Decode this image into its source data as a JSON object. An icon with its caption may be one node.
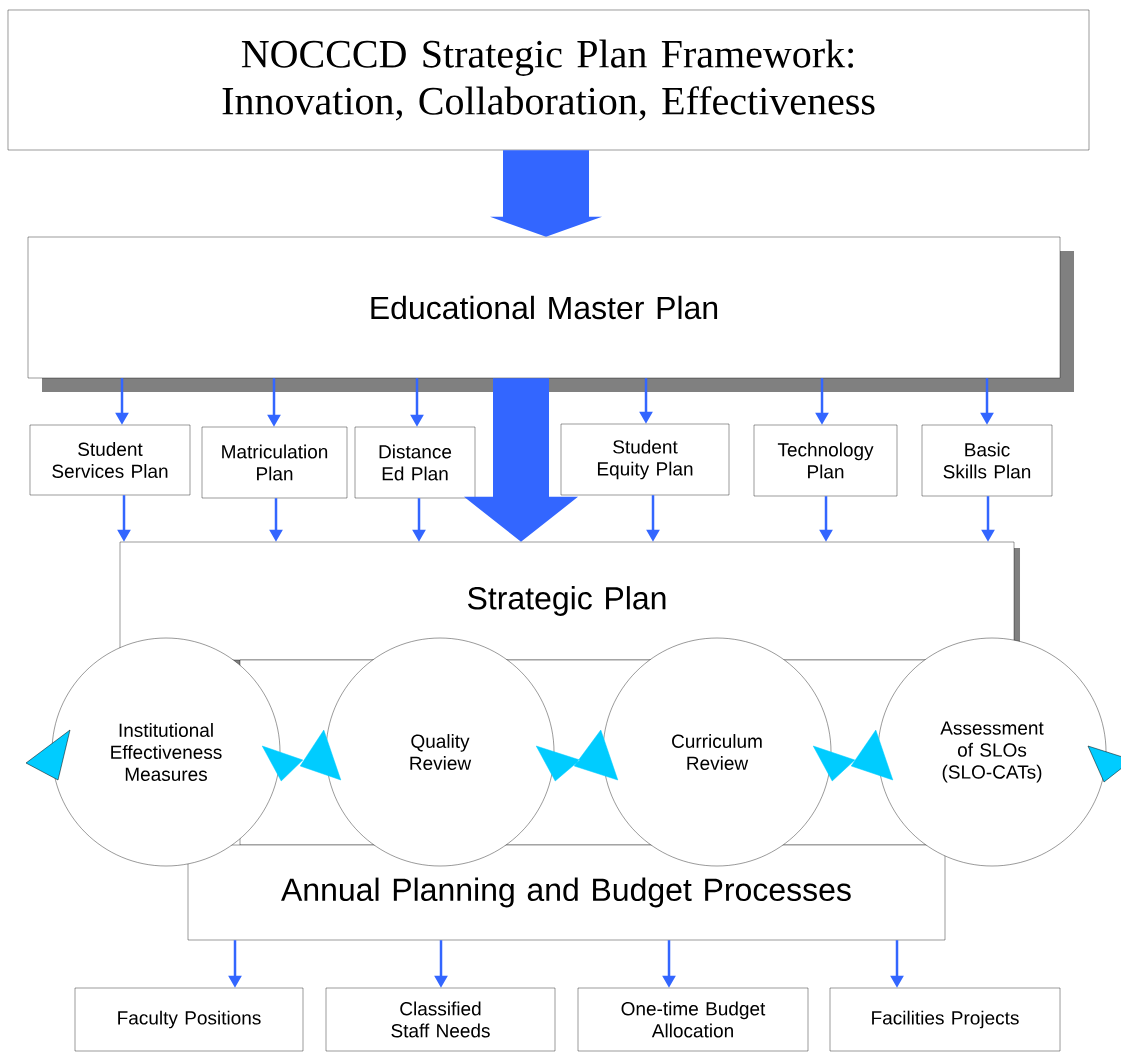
{
  "diagram": {
    "nodes": [
      {
        "text": [
          "NOCCCD Strategic Plan Framework: Innovation, Collaboration, Effectiveness"
        ]
      },
      {
        "text": [
          "Educational Master Plan"
        ]
      },
      {
        "text": [
          "Student Services Plan"
        ]
      },
      {
        "text": [
          "Matriculation Plan"
        ]
      },
      {
        "text": [
          "Distance Ed Plan"
        ]
      },
      {
        "text": [
          "Student Equity Plan"
        ]
      },
      {
        "text": [
          "Technology Plan"
        ]
      },
      {
        "text": [
          "Basic Skills Plan"
        ]
      },
      {
        "text": [
          "Strategic Plan"
        ]
      },
      {
        "text": [
          "Institutional Effectiveness Measures"
        ]
      },
      {
        "text": [
          "Quality Review"
        ]
      },
      {
        "text": [
          "Curriculum Review"
        ]
      },
      {
        "text": [
          "Assessment of SLOs (SLO-CATs)"
        ]
      },
      {
        "text": [
          "Annual Planning and Budget Processes"
        ]
      },
      {
        "text": [
          "Faculty Positions"
        ]
      },
      {
        "text": [
          "Classified Staff Needs"
        ]
      },
      {
        "text": [
          "One-time Budget Allocation"
        ]
      },
      {
        "text": [
          "Facilities Projects"
        ]
      }
    ],
    "edges": [
      {
        "from": 0,
        "to": 1,
        "arrow": "to",
        "style": "thick"
      },
      {
        "from": 1,
        "to": 2,
        "arrow": "to"
      },
      {
        "from": 1,
        "to": 3,
        "arrow": "to"
      },
      {
        "from": 1,
        "to": 4,
        "arrow": "to"
      },
      {
        "from": 1,
        "to": 5,
        "arrow": "to"
      },
      {
        "from": 1,
        "to": 6,
        "arrow": "to"
      },
      {
        "from": 1,
        "to": 7,
        "arrow": "to"
      },
      {
        "from": 2,
        "to": 8,
        "arrow": "to"
      },
      {
        "from": 3,
        "to": 8,
        "arrow": "to"
      },
      {
        "from": 4,
        "to": 8,
        "arrow": "to"
      },
      {
        "from": 5,
        "to": 8,
        "arrow": "to"
      },
      {
        "from": 6,
        "to": 8,
        "arrow": "to"
      },
      {
        "from": 7,
        "to": 8,
        "arrow": "to"
      },
      {
        "from": 1,
        "to": 8,
        "arrow": "to",
        "style": "thick"
      },
      {
        "from": 13,
        "to": 14,
        "arrow": "to"
      },
      {
        "from": 13,
        "to": 15,
        "arrow": "to"
      },
      {
        "from": 13,
        "to": 16,
        "arrow": "to"
      },
      {
        "from": 13,
        "to": 17,
        "arrow": "to"
      },
      {
        "from": 9,
        "to": 10,
        "arrow": "both",
        "color": "#00ccff"
      },
      {
        "from": 10,
        "to": 11,
        "arrow": "both",
        "color": "#00ccff"
      },
      {
        "from": 11,
        "to": 12,
        "arrow": "both",
        "color": "#00ccff"
      }
    ]
  }
}
